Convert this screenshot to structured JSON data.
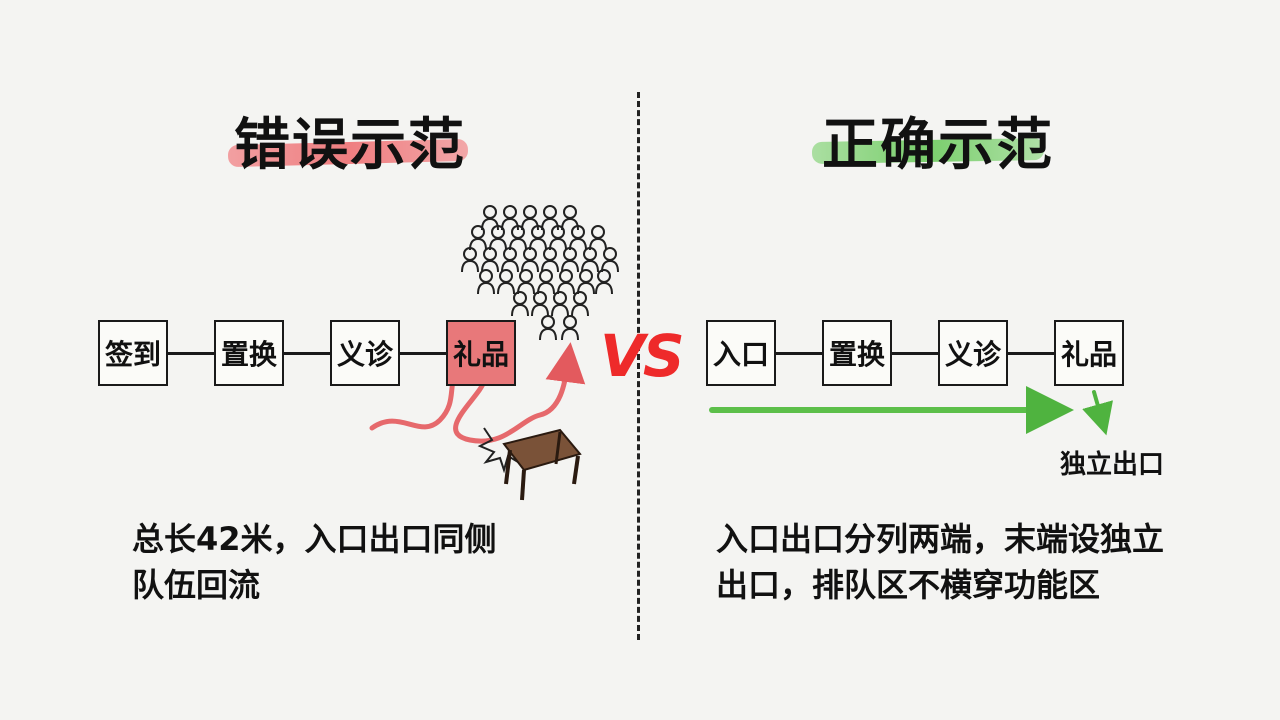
{
  "wrong": {
    "title": "错误示范",
    "steps": [
      "签到",
      "置换",
      "义诊",
      "礼品"
    ],
    "caption_line1": "总长42米，入口出口同侧",
    "caption_line2": "队伍回流"
  },
  "right": {
    "title": "正确示范",
    "steps": [
      "入口",
      "置换",
      "义诊",
      "礼品"
    ],
    "exit_label": "独立出口",
    "caption_line1": "入口出口分列两端，末端设独立",
    "caption_line2": "出口，排队区不横穿功能区"
  },
  "vs_label": "VS",
  "colors": {
    "bad_accent": "#e8787a",
    "good_accent": "#5cbf4a",
    "vs": "#ee2a2a"
  },
  "icons": [
    "crowd-icon",
    "table-icon",
    "collision-icon",
    "return-flow-arrow",
    "forward-flow-arrow",
    "exit-arrow"
  ]
}
